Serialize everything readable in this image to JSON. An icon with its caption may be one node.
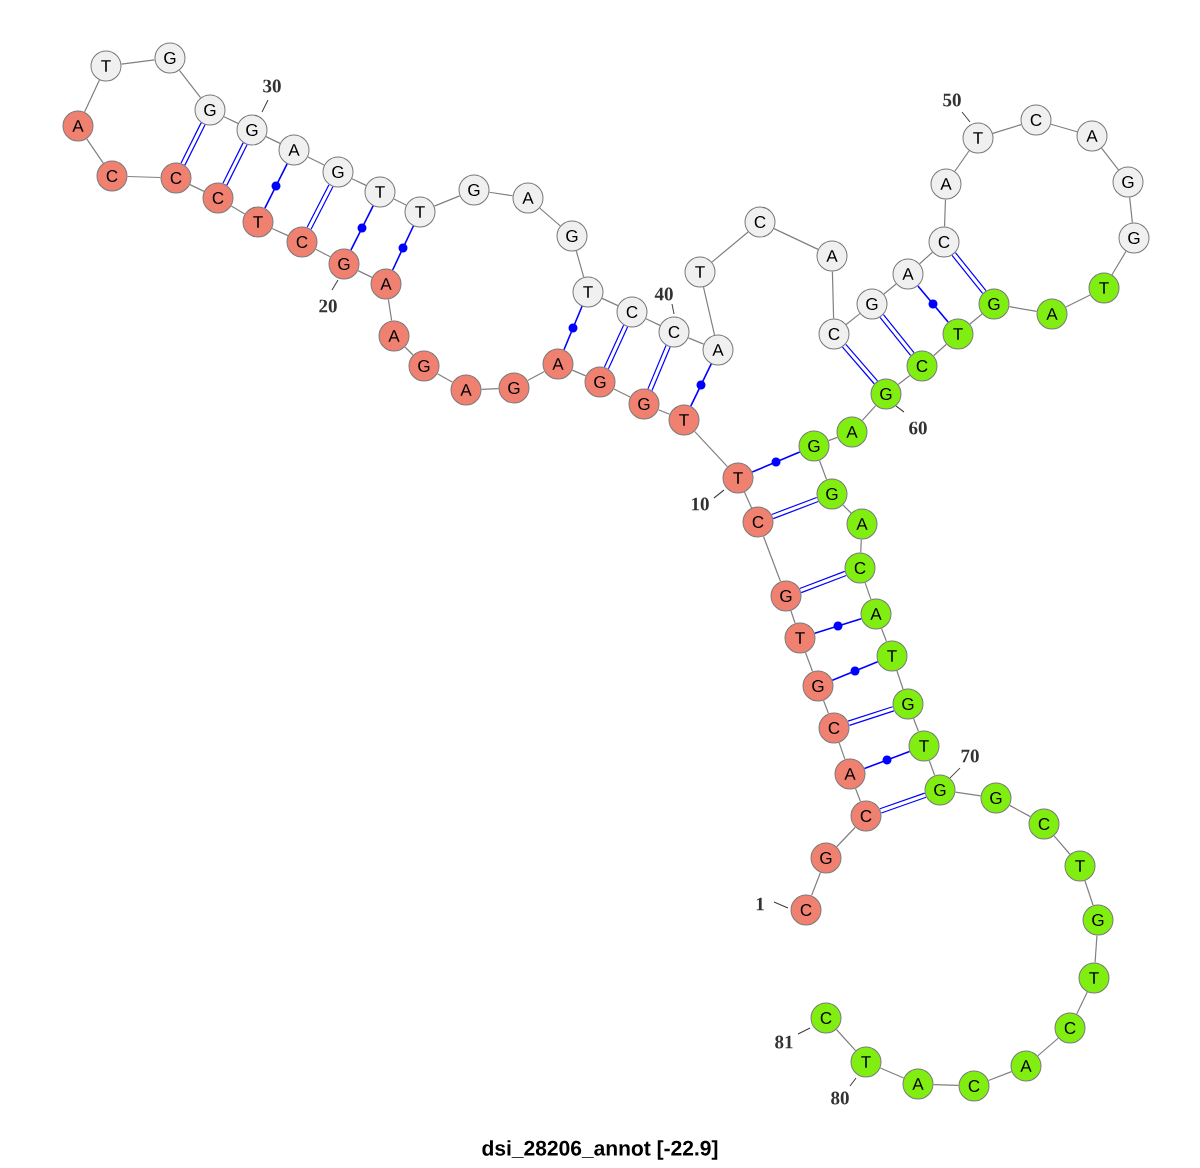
{
  "diagram": {
    "caption": "dsi_28206_annot [-22.9]",
    "nodes": [
      {
        "text": [
          "C"
        ],
        "beside": [
          "1"
        ]
      },
      {
        "text": [
          "G"
        ]
      },
      {
        "text": [
          "C"
        ]
      },
      {
        "text": [
          "A"
        ]
      },
      {
        "text": [
          "C"
        ]
      },
      {
        "text": [
          "G"
        ]
      },
      {
        "text": [
          "T"
        ]
      },
      {
        "text": [
          "G"
        ]
      },
      {
        "text": [
          "C"
        ]
      },
      {
        "text": [
          "T"
        ],
        "beside": [
          "10"
        ]
      },
      {
        "text": [
          "T"
        ]
      },
      {
        "text": [
          "G"
        ]
      },
      {
        "text": [
          "G"
        ]
      },
      {
        "text": [
          "A"
        ]
      },
      {
        "text": [
          "G"
        ]
      },
      {
        "text": [
          "A"
        ]
      },
      {
        "text": [
          "G"
        ]
      },
      {
        "text": [
          "A"
        ]
      },
      {
        "text": [
          "A"
        ]
      },
      {
        "text": [
          "G"
        ],
        "beside": [
          "20"
        ]
      },
      {
        "text": [
          "C"
        ]
      },
      {
        "text": [
          "T"
        ]
      },
      {
        "text": [
          "C"
        ]
      },
      {
        "text": [
          "C"
        ]
      },
      {
        "text": [
          "C"
        ]
      },
      {
        "text": [
          "A"
        ]
      },
      {
        "text": [
          "T"
        ]
      },
      {
        "text": [
          "G"
        ]
      },
      {
        "text": [
          "G"
        ]
      },
      {
        "text": [
          "G"
        ],
        "beside": [
          "30"
        ]
      },
      {
        "text": [
          "A"
        ]
      },
      {
        "text": [
          "G"
        ]
      },
      {
        "text": [
          "T"
        ]
      },
      {
        "text": [
          "T"
        ]
      },
      {
        "text": [
          "G"
        ]
      },
      {
        "text": [
          "A"
        ]
      },
      {
        "text": [
          "G"
        ]
      },
      {
        "text": [
          "T"
        ]
      },
      {
        "text": [
          "C"
        ]
      },
      {
        "text": [
          "C"
        ],
        "beside": [
          "40"
        ]
      },
      {
        "text": [
          "A"
        ]
      },
      {
        "text": [
          "T"
        ]
      },
      {
        "text": [
          "C"
        ]
      },
      {
        "text": [
          "A"
        ]
      },
      {
        "text": [
          "C"
        ]
      },
      {
        "text": [
          "G"
        ]
      },
      {
        "text": [
          "A"
        ]
      },
      {
        "text": [
          "C"
        ]
      },
      {
        "text": [
          "A"
        ]
      },
      {
        "text": [
          "T"
        ],
        "beside": [
          "50"
        ]
      },
      {
        "text": [
          "C"
        ]
      },
      {
        "text": [
          "A"
        ]
      },
      {
        "text": [
          "G"
        ]
      },
      {
        "text": [
          "G"
        ]
      },
      {
        "text": [
          "T"
        ]
      },
      {
        "text": [
          "A"
        ]
      },
      {
        "text": [
          "G"
        ]
      },
      {
        "text": [
          "T"
        ]
      },
      {
        "text": [
          "C"
        ]
      },
      {
        "text": [
          "G"
        ],
        "beside": [
          "60"
        ]
      },
      {
        "text": [
          "A"
        ]
      },
      {
        "text": [
          "G"
        ]
      },
      {
        "text": [
          "G"
        ]
      },
      {
        "text": [
          "A"
        ]
      },
      {
        "text": [
          "C"
        ]
      },
      {
        "text": [
          "A"
        ]
      },
      {
        "text": [
          "T"
        ]
      },
      {
        "text": [
          "G"
        ]
      },
      {
        "text": [
          "T"
        ]
      },
      {
        "text": [
          "G"
        ],
        "beside": [
          "70"
        ]
      },
      {
        "text": [
          "G"
        ]
      },
      {
        "text": [
          "C"
        ]
      },
      {
        "text": [
          "T"
        ]
      },
      {
        "text": [
          "G"
        ]
      },
      {
        "text": [
          "T"
        ]
      },
      {
        "text": [
          "C"
        ]
      },
      {
        "text": [
          "A"
        ]
      },
      {
        "text": [
          "C"
        ]
      },
      {
        "text": [
          "A"
        ]
      },
      {
        "text": [
          "T"
        ],
        "beside": [
          "80"
        ]
      },
      {
        "text": [
          "C"
        ],
        "beside": [
          "81"
        ]
      }
    ],
    "edges": [
      {
        "from": 0,
        "to": 1,
        "arrow": "none"
      },
      {
        "from": 1,
        "to": 2,
        "arrow": "none"
      },
      {
        "from": 2,
        "to": 3,
        "arrow": "none"
      },
      {
        "from": 3,
        "to": 4,
        "arrow": "none"
      },
      {
        "from": 4,
        "to": 5,
        "arrow": "none"
      },
      {
        "from": 5,
        "to": 6,
        "arrow": "none"
      },
      {
        "from": 6,
        "to": 7,
        "arrow": "none"
      },
      {
        "from": 7,
        "to": 8,
        "arrow": "none"
      },
      {
        "from": 8,
        "to": 9,
        "arrow": "none"
      },
      {
        "from": 9,
        "to": 10,
        "arrow": "none"
      },
      {
        "from": 10,
        "to": 11,
        "arrow": "none"
      },
      {
        "from": 11,
        "to": 12,
        "arrow": "none"
      },
      {
        "from": 12,
        "to": 13,
        "arrow": "none"
      },
      {
        "from": 13,
        "to": 14,
        "arrow": "none"
      },
      {
        "from": 14,
        "to": 15,
        "arrow": "none"
      },
      {
        "from": 15,
        "to": 16,
        "arrow": "none"
      },
      {
        "from": 16,
        "to": 17,
        "arrow": "none"
      },
      {
        "from": 17,
        "to": 18,
        "arrow": "none"
      },
      {
        "from": 18,
        "to": 19,
        "arrow": "none"
      },
      {
        "from": 19,
        "to": 20,
        "arrow": "none"
      },
      {
        "from": 20,
        "to": 21,
        "arrow": "none"
      },
      {
        "from": 21,
        "to": 22,
        "arrow": "none"
      },
      {
        "from": 22,
        "to": 23,
        "arrow": "none"
      },
      {
        "from": 23,
        "to": 24,
        "arrow": "none"
      },
      {
        "from": 24,
        "to": 25,
        "arrow": "none"
      },
      {
        "from": 25,
        "to": 26,
        "arrow": "none"
      },
      {
        "from": 26,
        "to": 27,
        "arrow": "none"
      },
      {
        "from": 27,
        "to": 28,
        "arrow": "none"
      },
      {
        "from": 28,
        "to": 29,
        "arrow": "none"
      },
      {
        "from": 29,
        "to": 30,
        "arrow": "none"
      },
      {
        "from": 30,
        "to": 31,
        "arrow": "none"
      },
      {
        "from": 31,
        "to": 32,
        "arrow": "none"
      },
      {
        "from": 32,
        "to": 33,
        "arrow": "none"
      },
      {
        "from": 33,
        "to": 34,
        "arrow": "none"
      },
      {
        "from": 34,
        "to": 35,
        "arrow": "none"
      },
      {
        "from": 35,
        "to": 36,
        "arrow": "none"
      },
      {
        "from": 36,
        "to": 37,
        "arrow": "none"
      },
      {
        "from": 37,
        "to": 38,
        "arrow": "none"
      },
      {
        "from": 38,
        "to": 39,
        "arrow": "none"
      },
      {
        "from": 39,
        "to": 40,
        "arrow": "none"
      },
      {
        "from": 40,
        "to": 41,
        "arrow": "none"
      },
      {
        "from": 41,
        "to": 42,
        "arrow": "none"
      },
      {
        "from": 42,
        "to": 43,
        "arrow": "none"
      },
      {
        "from": 43,
        "to": 44,
        "arrow": "none"
      },
      {
        "from": 44,
        "to": 45,
        "arrow": "none"
      },
      {
        "from": 45,
        "to": 46,
        "arrow": "none"
      },
      {
        "from": 46,
        "to": 47,
        "arrow": "none"
      },
      {
        "from": 47,
        "to": 48,
        "arrow": "none"
      },
      {
        "from": 48,
        "to": 49,
        "arrow": "none"
      },
      {
        "from": 49,
        "to": 50,
        "arrow": "none"
      },
      {
        "from": 50,
        "to": 51,
        "arrow": "none"
      },
      {
        "from": 51,
        "to": 52,
        "arrow": "none"
      },
      {
        "from": 52,
        "to": 53,
        "arrow": "none"
      },
      {
        "from": 53,
        "to": 54,
        "arrow": "none"
      },
      {
        "from": 54,
        "to": 55,
        "arrow": "none"
      },
      {
        "from": 55,
        "to": 56,
        "arrow": "none"
      },
      {
        "from": 56,
        "to": 57,
        "arrow": "none"
      },
      {
        "from": 57,
        "to": 58,
        "arrow": "none"
      },
      {
        "from": 58,
        "to": 59,
        "arrow": "none"
      },
      {
        "from": 59,
        "to": 60,
        "arrow": "none"
      },
      {
        "from": 60,
        "to": 61,
        "arrow": "none"
      },
      {
        "from": 61,
        "to": 62,
        "arrow": "none"
      },
      {
        "from": 62,
        "to": 63,
        "arrow": "none"
      },
      {
        "from": 63,
        "to": 64,
        "arrow": "none"
      },
      {
        "from": 64,
        "to": 65,
        "arrow": "none"
      },
      {
        "from": 65,
        "to": 66,
        "arrow": "none"
      },
      {
        "from": 66,
        "to": 67,
        "arrow": "none"
      },
      {
        "from": 67,
        "to": 68,
        "arrow": "none"
      },
      {
        "from": 68,
        "to": 69,
        "arrow": "none"
      },
      {
        "from": 69,
        "to": 70,
        "arrow": "none"
      },
      {
        "from": 70,
        "to": 71,
        "arrow": "none"
      },
      {
        "from": 71,
        "to": 72,
        "arrow": "none"
      },
      {
        "from": 72,
        "to": 73,
        "arrow": "none"
      },
      {
        "from": 73,
        "to": 74,
        "arrow": "none"
      },
      {
        "from": 74,
        "to": 75,
        "arrow": "none"
      },
      {
        "from": 75,
        "to": 76,
        "arrow": "none"
      },
      {
        "from": 76,
        "to": 77,
        "arrow": "none"
      },
      {
        "from": 77,
        "to": 78,
        "arrow": "none"
      },
      {
        "from": 78,
        "to": 79,
        "arrow": "none"
      },
      {
        "from": 79,
        "to": 80,
        "arrow": "none"
      },
      {
        "from": 2,
        "to": 69,
        "arrow": "none",
        "style": "thick",
        "color": "#0000ff"
      },
      {
        "from": 3,
        "to": 68,
        "arrow": "none",
        "color": "#0000ff"
      },
      {
        "from": 4,
        "to": 67,
        "arrow": "none",
        "style": "thick",
        "color": "#0000ff"
      },
      {
        "from": 5,
        "to": 66,
        "arrow": "none",
        "color": "#0000ff"
      },
      {
        "from": 6,
        "to": 65,
        "arrow": "none",
        "color": "#0000ff"
      },
      {
        "from": 7,
        "to": 64,
        "arrow": "none",
        "style": "thick",
        "color": "#0000ff"
      },
      {
        "from": 8,
        "to": 62,
        "arrow": "none",
        "style": "thick",
        "color": "#0000ff"
      },
      {
        "from": 9,
        "to": 61,
        "arrow": "none",
        "color": "#0000ff"
      },
      {
        "from": 10,
        "to": 40,
        "arrow": "none",
        "color": "#0000ff"
      },
      {
        "from": 11,
        "to": 39,
        "arrow": "none",
        "style": "thick",
        "color": "#0000ff"
      },
      {
        "from": 12,
        "to": 38,
        "arrow": "none",
        "style": "thick",
        "color": "#0000ff"
      },
      {
        "from": 13,
        "to": 37,
        "arrow": "none",
        "color": "#0000ff"
      },
      {
        "from": 18,
        "to": 33,
        "arrow": "none",
        "color": "#0000ff"
      },
      {
        "from": 19,
        "to": 32,
        "arrow": "none",
        "color": "#0000ff"
      },
      {
        "from": 20,
        "to": 31,
        "arrow": "none",
        "style": "thick",
        "color": "#0000ff"
      },
      {
        "from": 21,
        "to": 30,
        "arrow": "none",
        "color": "#0000ff"
      },
      {
        "from": 22,
        "to": 29,
        "arrow": "none",
        "style": "thick",
        "color": "#0000ff"
      },
      {
        "from": 23,
        "to": 28,
        "arrow": "none",
        "style": "thick",
        "color": "#0000ff"
      },
      {
        "from": 44,
        "to": 59,
        "arrow": "none",
        "style": "thick",
        "color": "#0000ff"
      },
      {
        "from": 45,
        "to": 58,
        "arrow": "none",
        "style": "thick",
        "color": "#0000ff"
      },
      {
        "from": 46,
        "to": 57,
        "arrow": "none",
        "color": "#0000ff"
      },
      {
        "from": 47,
        "to": 56,
        "arrow": "none",
        "style": "thick",
        "color": "#0000ff"
      }
    ]
  }
}
